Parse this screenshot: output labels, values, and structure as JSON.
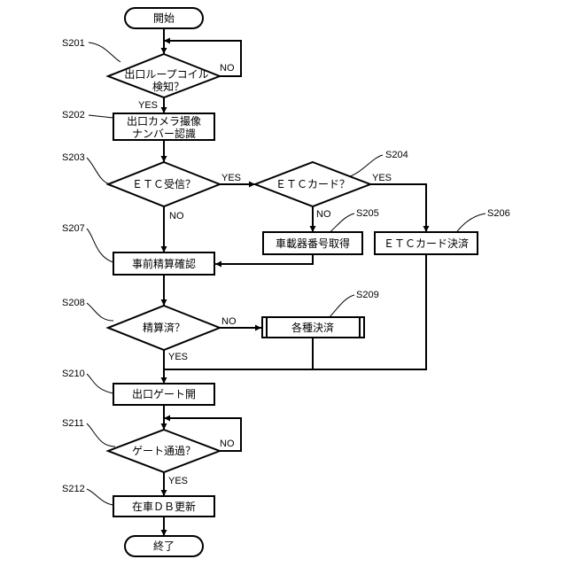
{
  "nodes": {
    "start": {
      "lines": [
        "開始"
      ]
    },
    "s201": {
      "step": "S201",
      "lines": [
        "出口ループコイル",
        "検知？"
      ]
    },
    "s202": {
      "step": "S202",
      "lines": [
        "出口カメラ撮像",
        "ナンバー認識"
      ]
    },
    "s203": {
      "step": "S203",
      "lines": [
        "ＥＴＣ受信？"
      ]
    },
    "s204": {
      "step": "S204",
      "lines": [
        "ＥＴＣカード？"
      ]
    },
    "s205": {
      "step": "S205",
      "lines": [
        "車載器番号取得"
      ]
    },
    "s206": {
      "step": "S206",
      "lines": [
        "ＥＴＣカード決済"
      ]
    },
    "s207": {
      "step": "S207",
      "lines": [
        "事前精算確認"
      ]
    },
    "s208": {
      "step": "S208",
      "lines": [
        "精算済？"
      ]
    },
    "s209": {
      "step": "S209",
      "lines": [
        "各種決済"
      ]
    },
    "s210": {
      "step": "S210",
      "lines": [
        "出口ゲート開"
      ]
    },
    "s211": {
      "step": "S211",
      "lines": [
        "ゲート通過？"
      ]
    },
    "s212": {
      "step": "S212",
      "lines": [
        "在車ＤＢ更新"
      ]
    },
    "end": {
      "lines": [
        "終了"
      ]
    }
  },
  "branches": {
    "s201_no": "NO",
    "s201_yes": "YES",
    "s203_yes": "YES",
    "s203_no": "NO",
    "s204_yes": "YES",
    "s204_no": "NO",
    "s208_no": "NO",
    "s208_yes": "YES",
    "s211_no": "NO",
    "s211_yes": "YES"
  }
}
